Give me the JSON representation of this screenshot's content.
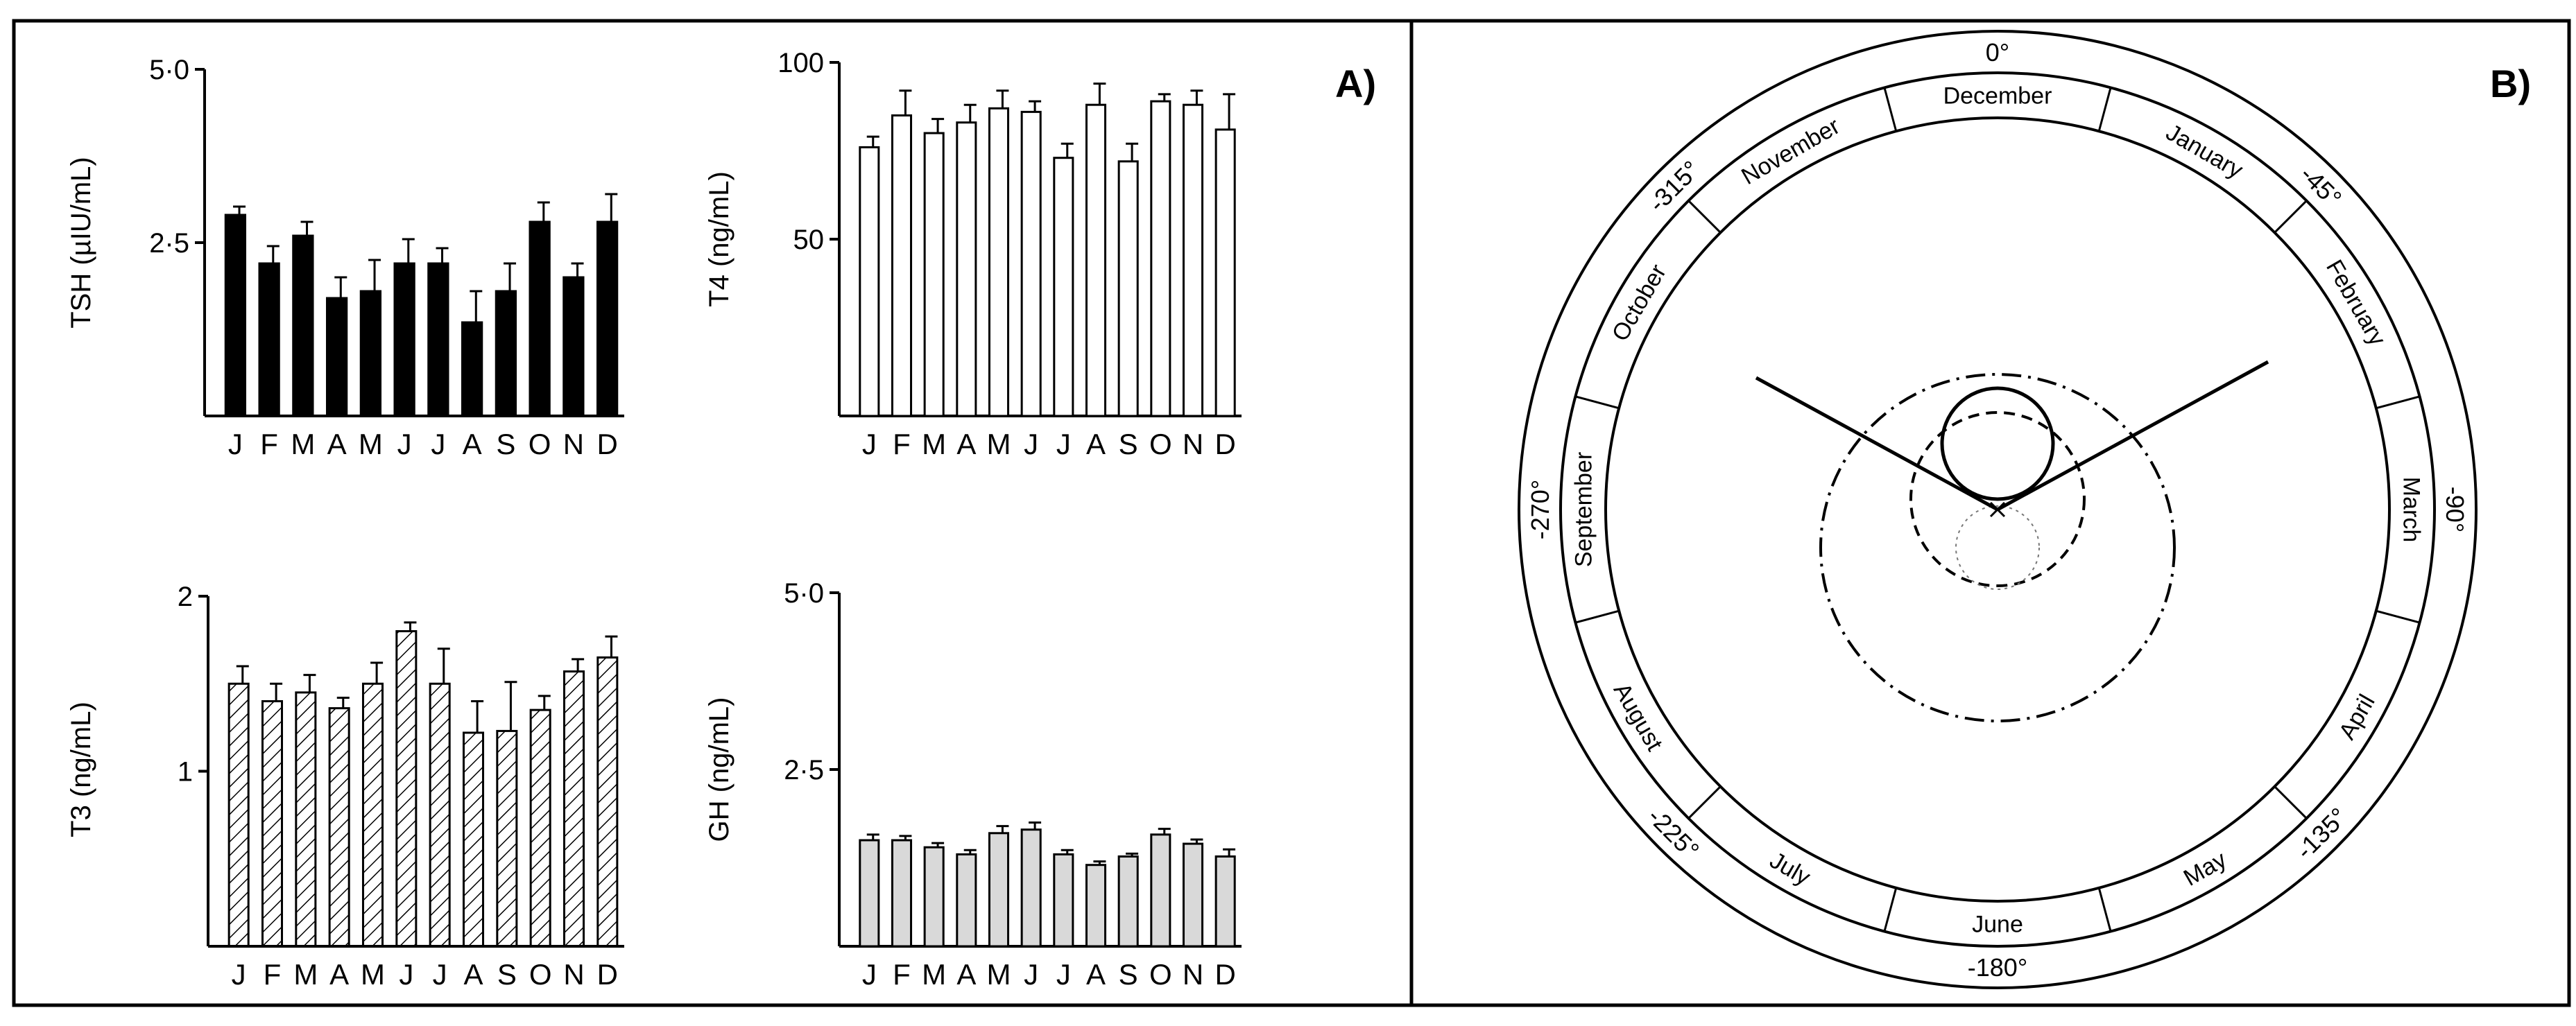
{
  "panel_labels": {
    "a": "A)",
    "b": "B)"
  },
  "month_ticks": [
    "J",
    "F",
    "M",
    "A",
    "M",
    "J",
    "J",
    "A",
    "S",
    "O",
    "N",
    "D"
  ],
  "chart_data": [
    {
      "id": "tsh",
      "type": "bar",
      "ylabel": "TSH (µIU/mL)",
      "ylim": [
        0,
        5.0
      ],
      "yticks": [
        {
          "v": 2.5,
          "label": "2·5"
        },
        {
          "v": 5.0,
          "label": "5·0"
        }
      ],
      "categories": [
        "J",
        "F",
        "M",
        "A",
        "M",
        "J",
        "J",
        "A",
        "S",
        "O",
        "N",
        "D"
      ],
      "values": [
        2.9,
        2.2,
        2.6,
        1.7,
        1.8,
        2.2,
        2.2,
        1.35,
        1.8,
        2.8,
        2.0,
        2.8
      ],
      "errors": [
        0.12,
        0.25,
        0.2,
        0.3,
        0.45,
        0.35,
        0.22,
        0.45,
        0.4,
        0.28,
        0.2,
        0.4
      ],
      "fill": "solid"
    },
    {
      "id": "t4",
      "type": "bar",
      "ylabel": "T4 (ng/mL)",
      "ylim": [
        0,
        100
      ],
      "yticks": [
        {
          "v": 50,
          "label": "50"
        },
        {
          "v": 100,
          "label": "100"
        }
      ],
      "categories": [
        "J",
        "F",
        "M",
        "A",
        "M",
        "J",
        "J",
        "A",
        "S",
        "O",
        "N",
        "D"
      ],
      "values": [
        76,
        85,
        80,
        83,
        87,
        86,
        73,
        88,
        72,
        89,
        88,
        81
      ],
      "errors": [
        3,
        7,
        4,
        5,
        5,
        3,
        4,
        6,
        5,
        2,
        4,
        10
      ],
      "fill": "white"
    },
    {
      "id": "t3",
      "type": "bar",
      "ylabel": "T3 (ng/mL)",
      "ylim": [
        0,
        2
      ],
      "yticks": [
        {
          "v": 1,
          "label": "1"
        },
        {
          "v": 2,
          "label": "2"
        }
      ],
      "categories": [
        "J",
        "F",
        "M",
        "A",
        "M",
        "J",
        "J",
        "A",
        "S",
        "O",
        "N",
        "D"
      ],
      "values": [
        1.5,
        1.4,
        1.45,
        1.36,
        1.5,
        1.8,
        1.5,
        1.22,
        1.23,
        1.35,
        1.57,
        1.65
      ],
      "errors": [
        0.1,
        0.1,
        0.1,
        0.06,
        0.12,
        0.05,
        0.2,
        0.18,
        0.28,
        0.08,
        0.07,
        0.12
      ],
      "fill": "hatched"
    },
    {
      "id": "gh",
      "type": "bar",
      "ylabel": "GH (ng/mL)",
      "ylim": [
        0,
        5.0
      ],
      "yticks": [
        {
          "v": 2.5,
          "label": "2·5"
        },
        {
          "v": 5.0,
          "label": "5·0"
        }
      ],
      "categories": [
        "J",
        "F",
        "M",
        "A",
        "M",
        "J",
        "J",
        "A",
        "S",
        "O",
        "N",
        "D"
      ],
      "values": [
        1.5,
        1.5,
        1.4,
        1.3,
        1.6,
        1.65,
        1.3,
        1.15,
        1.27,
        1.58,
        1.45,
        1.27
      ],
      "errors": [
        0.08,
        0.06,
        0.06,
        0.06,
        0.1,
        0.1,
        0.06,
        0.05,
        0.04,
        0.08,
        0.06,
        0.1
      ],
      "fill": "gray"
    }
  ],
  "circular": {
    "months": [
      "December",
      "January",
      "February",
      "March",
      "April",
      "May",
      "June",
      "July",
      "August",
      "September",
      "October",
      "November"
    ],
    "degree_labels": [
      {
        "angle": 0,
        "label": "0°"
      },
      {
        "angle": 45,
        "label": "-45°"
      },
      {
        "angle": 90,
        "label": "-90°"
      },
      {
        "angle": 135,
        "label": "-135°"
      },
      {
        "angle": 180,
        "label": "-180°"
      },
      {
        "angle": 225,
        "label": "-225°"
      },
      {
        "angle": 270,
        "label": "-270°"
      },
      {
        "angle": 315,
        "label": "-315°"
      }
    ]
  }
}
